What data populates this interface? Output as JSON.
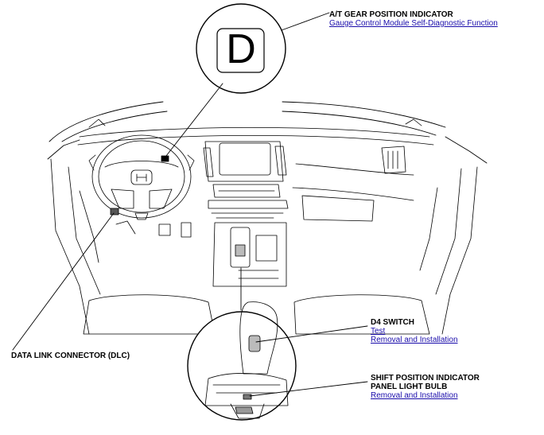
{
  "gear_indicator": {
    "glyph": "D",
    "title": "A/T GEAR POSITION INDICATOR",
    "links": [
      "Gauge Control Module Self-Diagnostic Function"
    ]
  },
  "dlc": {
    "title": "DATA LINK CONNECTOR (DLC)"
  },
  "d4_switch": {
    "title": "D4 SWITCH",
    "links": [
      "Test",
      "Removal and Installation"
    ]
  },
  "shift_indicator": {
    "title_line1": "SHIFT POSITION INDICATOR",
    "title_line2": "PANEL LIGHT BULB",
    "links": [
      "Removal and Installation"
    ]
  },
  "colors": {
    "link": "#1a0dab",
    "line": "#000000"
  }
}
